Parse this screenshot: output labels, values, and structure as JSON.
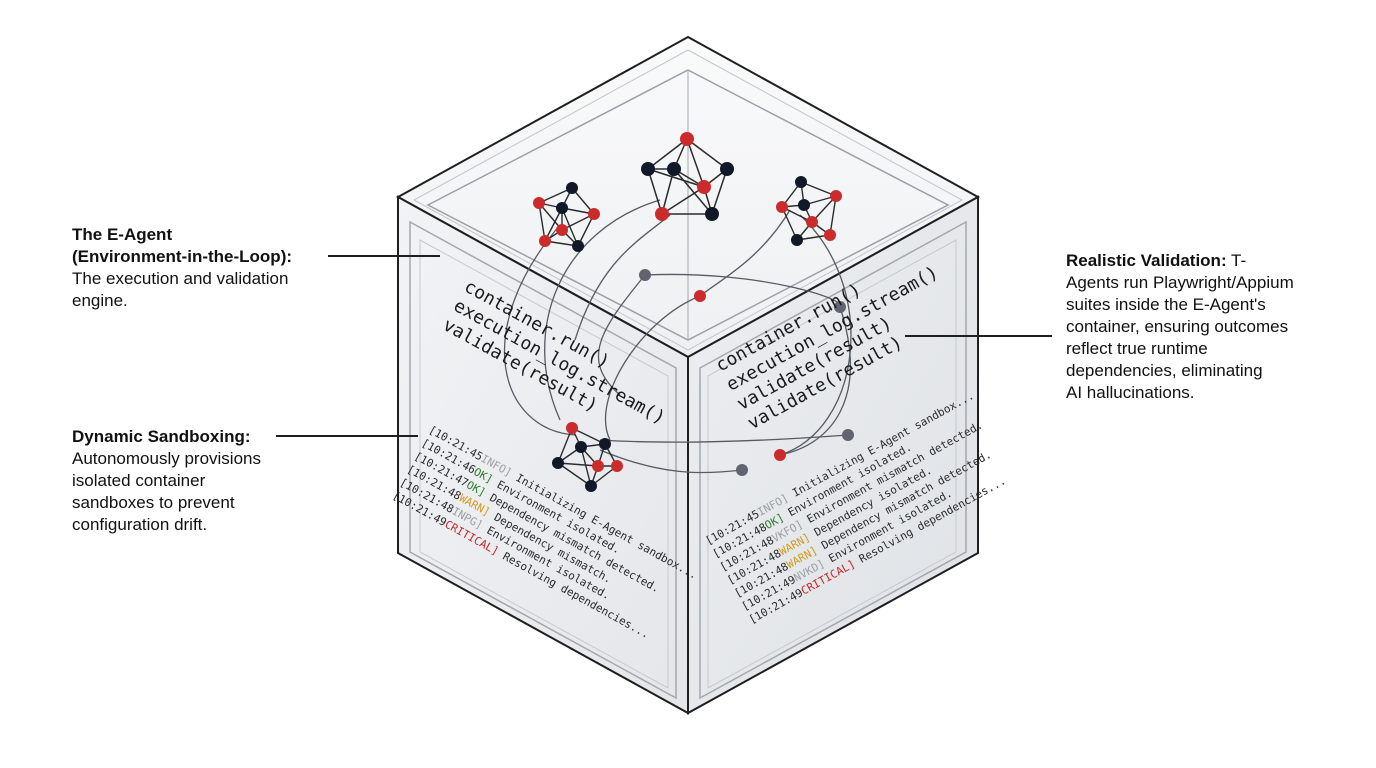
{
  "callouts": {
    "e_agent": {
      "title_line1": "The E-Agent",
      "title_line2": "(Environment-in-the-Loop):",
      "body": [
        "The execution and validation",
        "engine."
      ]
    },
    "sandboxing": {
      "title": "Dynamic Sandboxing:",
      "body": [
        "Autonomously provisions",
        "isolated container",
        "sandboxes to prevent",
        "configuration drift."
      ]
    },
    "validation": {
      "title": "Realistic Validation:",
      "title_tail": " T-",
      "body": [
        "Agents run Playwright/Appium",
        "suites inside the E-Agent's",
        "container, ensuring outcomes",
        "reflect true runtime",
        "dependencies, eliminating",
        "AI hallucinations."
      ]
    }
  },
  "left_face": {
    "code": [
      "container.run()",
      "execution_log.stream()",
      "validate(result)"
    ],
    "logs": [
      {
        "time": "[10:21:45",
        "level": "INFO]",
        "level_class": "info",
        "msg": " Initializing E-Agent sandbox..."
      },
      {
        "time": "[10:21:46",
        "level": "OK]",
        "level_class": "ok",
        "msg": " Environment isolated."
      },
      {
        "time": "[10:21:47",
        "level": "OK]",
        "level_class": "ok",
        "msg": " Dependency mismatch detected."
      },
      {
        "time": "[10:21:48",
        "level": "WARN]",
        "level_class": "warn",
        "msg": " Dependency mismatch."
      },
      {
        "time": "[10:21:48",
        "level": "INPG]",
        "level_class": "info",
        "msg": " Environment isolated."
      },
      {
        "time": "[10:21:49",
        "level": "CRITICAL]",
        "level_class": "crit",
        "msg": " Resolving dependencies..."
      }
    ]
  },
  "right_face": {
    "code": [
      "container.run()",
      "execution_log.stream()",
      "validate(result)",
      "validate(result)"
    ],
    "logs": [
      {
        "time": "[10:21:45",
        "level": "INFO]",
        "level_class": "info",
        "msg": " Initializing E-Agent sandbox..."
      },
      {
        "time": "[10:21:48",
        "level": "OK]",
        "level_class": "ok",
        "msg": " Environment isolated."
      },
      {
        "time": "[10:21:48",
        "level": "VKFO]",
        "level_class": "info",
        "msg": " Environment mismatch detected."
      },
      {
        "time": "[10:21:48",
        "level": "WARN]",
        "level_class": "warn",
        "msg": " Dependency isolated."
      },
      {
        "time": "[10:21:48",
        "level": "WARN]",
        "level_class": "warn",
        "msg": " Dependency mismatch detected."
      },
      {
        "time": "[10:21:49",
        "level": "NVKD]",
        "level_class": "info",
        "msg": " Environment isolated."
      },
      {
        "time": "[10:21:49",
        "level": "CRITICAL]",
        "level_class": "crit",
        "msg": " Resolving dependencies..."
      }
    ]
  },
  "colors": {
    "node_dark": "#111827",
    "node_red": "#cc2b2b",
    "node_grey": "#5f6470",
    "edge": "#2b2b2b",
    "cube_stroke": "#1f1f1f"
  }
}
